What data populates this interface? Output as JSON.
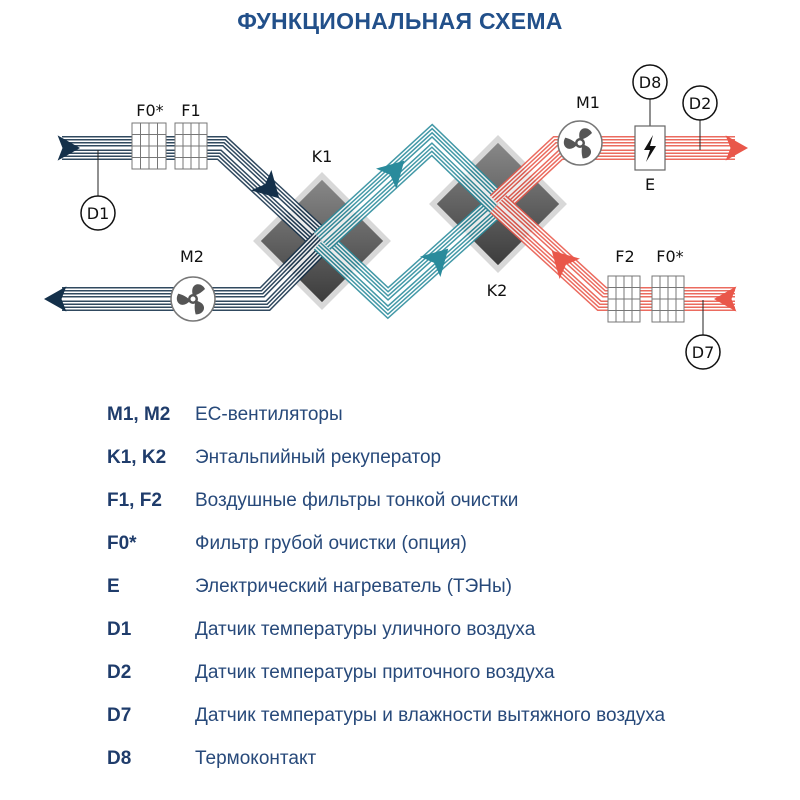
{
  "title": "ФУНКЦИОНАЛЬНАЯ СХЕМА",
  "diagram": {
    "labels": {
      "f0_left": "F0*",
      "f1": "F1",
      "k1": "K1",
      "m2": "M2",
      "m1": "M1",
      "e": "E",
      "k2": "K2",
      "f2": "F2",
      "f0_right": "F0*",
      "d1": "D1",
      "d2": "D2",
      "d7": "D7",
      "d8": "D8"
    },
    "colors": {
      "outdoor": "#14304a",
      "heat_exchange": "#2a8b9c",
      "supply": "#e9574a",
      "recuperator": "#555555"
    }
  },
  "legend": [
    {
      "code": "M1, M2",
      "desc": "ЕС-вентиляторы"
    },
    {
      "code": "K1, K2",
      "desc": "Энтальпийный рекуператор"
    },
    {
      "code": "F1, F2",
      "desc": "Воздушные фильтры тонкой очистки"
    },
    {
      "code": "F0*",
      "desc": "Фильтр грубой очистки (опция)"
    },
    {
      "code": "E",
      "desc": "Электрический нагреватель (ТЭНы)"
    },
    {
      "code": "D1",
      "desc": "Датчик температуры уличного воздуха"
    },
    {
      "code": "D2",
      "desc": "Датчик температуры приточного воздуха"
    },
    {
      "code": "D7",
      "desc": "Датчик температуры и влажности вытяжного воздуха"
    },
    {
      "code": "D8",
      "desc": "Термоконтакт"
    }
  ]
}
